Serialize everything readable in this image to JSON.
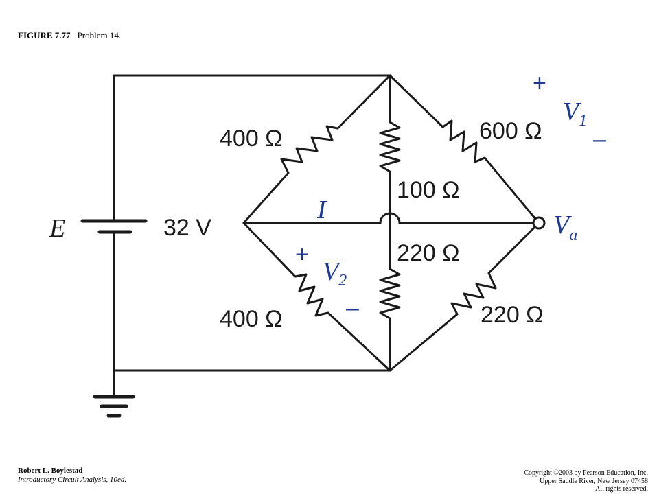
{
  "header": {
    "figure_label": "FIGURE 7.77",
    "caption": "Problem 14."
  },
  "circuit": {
    "source": {
      "name": "E",
      "voltage": "32 V"
    },
    "resistors": {
      "upper_left": "400 Ω",
      "upper_center": "100 Ω",
      "upper_right": "600 Ω",
      "lower_left": "400 Ω",
      "lower_center": "220 Ω",
      "lower_right": "220 Ω"
    },
    "current": "I",
    "v1": {
      "symbol": "V",
      "subscript": "1",
      "plus": "+",
      "minus": "–"
    },
    "v2": {
      "symbol": "V",
      "subscript": "2",
      "plus": "+",
      "minus": "–"
    },
    "va": {
      "symbol": "V",
      "subscript": "a"
    },
    "colors": {
      "wire": "#1a1a1a",
      "accent": "#1f3a93"
    }
  },
  "footer": {
    "author": "Robert L. Boylestad",
    "book": "Introductory Circuit Analysis, 10ed.",
    "copyright": "Copyright ©2003 by Pearson Education, Inc.",
    "address": "Upper Saddle River, New Jersey 07458",
    "rights": "All rights reserved."
  }
}
